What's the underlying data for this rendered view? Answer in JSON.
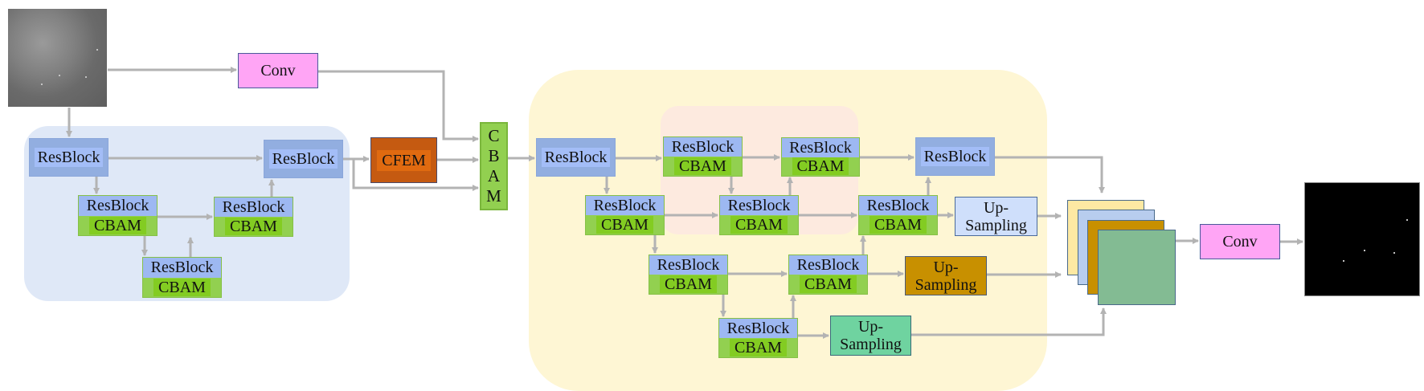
{
  "diagram": {
    "input": {
      "label": "",
      "icon": "infrared-input-image"
    },
    "output": {
      "label": "",
      "icon": "segmentation-mask-output"
    },
    "conv_top": "Conv",
    "conv_out": "Conv",
    "cfem": "CFEM",
    "cbam_vertical": [
      "C",
      "B",
      "A",
      "M"
    ],
    "resblock": "ResBlock",
    "cbam": "CBAM",
    "upsampling": [
      "Up-",
      "Sampling"
    ],
    "colors": {
      "resblock": "#92aee0",
      "cbam": "#92d050",
      "conv": "#ffa5f5",
      "cfem": "#c55a11",
      "upsampling_1": "#cfdffb",
      "upsampling_2": "#c89000",
      "upsampling_3": "#6fd3a0",
      "stack": [
        "#fde9a3",
        "#b8cdee",
        "#c89000",
        "#83bb93"
      ],
      "arrow": "#b3b3b3",
      "encoder_region": "#dfe8f7",
      "decoder_region": "#fef6d4",
      "inner_region": "#fdeadf"
    }
  }
}
